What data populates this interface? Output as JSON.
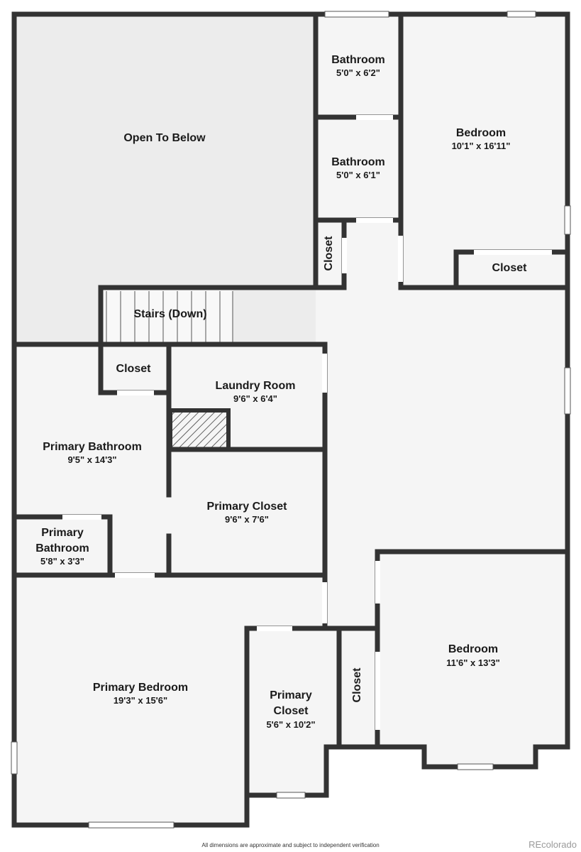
{
  "rooms": {
    "open_to_below": {
      "name": "Open To Below"
    },
    "bathroom_top": {
      "name": "Bathroom",
      "dims": "5'0\" x 6'2\""
    },
    "bathroom_mid": {
      "name": "Bathroom",
      "dims": "5'0\" x 6'1\""
    },
    "bedroom_ne": {
      "name": "Bedroom",
      "dims": "10'1\" x 16'11\""
    },
    "closet_ne": {
      "name": "Closet"
    },
    "closet_hall": {
      "name": "Closet"
    },
    "stairs": {
      "name": "Stairs (Down)"
    },
    "closet_bath": {
      "name": "Closet"
    },
    "laundry": {
      "name": "Laundry Room",
      "dims": "9'6\" x 6'4\""
    },
    "primary_bathroom": {
      "name": "Primary Bathroom",
      "dims": "9'5\" x 14'3\""
    },
    "primary_closet_mid": {
      "name": "Primary Closet",
      "dims": "9'6\" x 7'6\""
    },
    "primary_bathroom_small": {
      "name_line1": "Primary",
      "name_line2": "Bathroom",
      "dims": "5'8\" x 3'3\""
    },
    "primary_bedroom": {
      "name": "Primary Bedroom",
      "dims": "19'3\" x 15'6\""
    },
    "primary_closet_small": {
      "name_line1": "Primary",
      "name_line2": "Closet",
      "dims": "5'6\" x 10'2\""
    },
    "closet_se": {
      "name": "Closet"
    },
    "bedroom_se": {
      "name": "Bedroom",
      "dims": "11'6\" x 13'3\""
    }
  },
  "footer": {
    "disclaimer": "All dimensions are approximate and subject to independent verification",
    "credit": "REcolorado"
  },
  "colors": {
    "wall": "#333333",
    "floor": "#f5f5f5",
    "open_area": "#ececec",
    "window": "#ffffff"
  }
}
